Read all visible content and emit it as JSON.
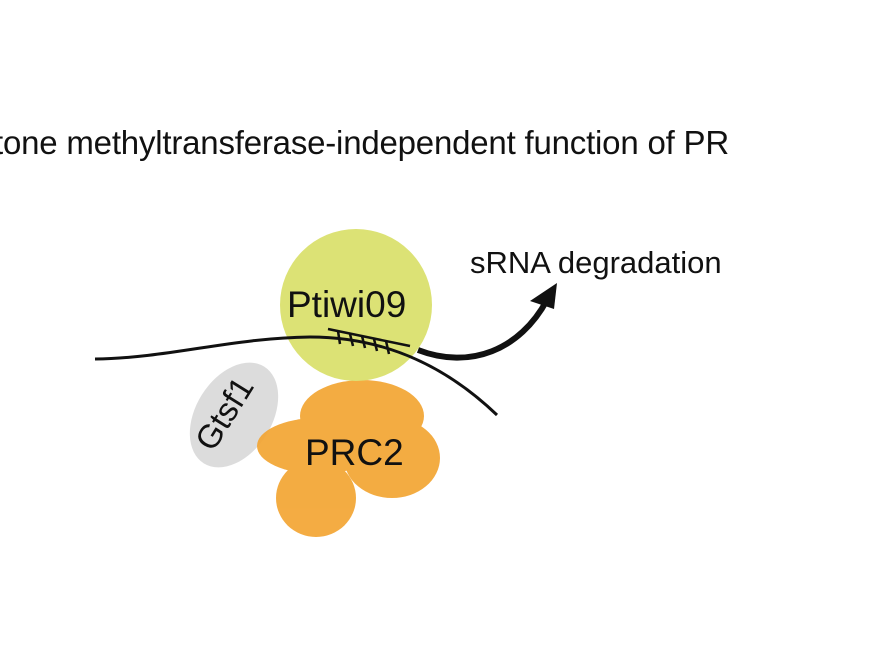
{
  "title": "tone methyltransferase-independent function of PR",
  "labels": {
    "ptiwi": "Ptiwi09",
    "gtsf": "Gtsf1",
    "prc2": "PRC2",
    "outcome": "sRNA degradation"
  },
  "colors": {
    "ptiwi": "#dce275",
    "gtsf": "#dcdcdc",
    "prc2": "#f3a533",
    "prc2_overlap": "#ec9a24",
    "line": "#111111"
  }
}
